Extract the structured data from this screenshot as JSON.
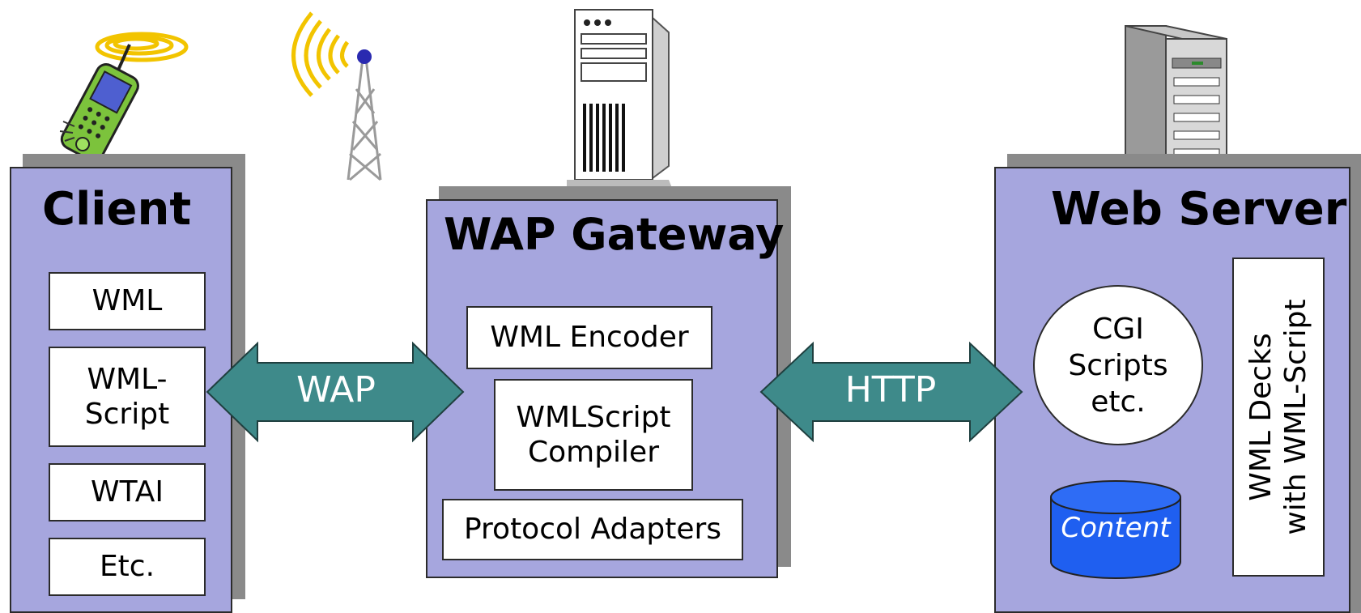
{
  "client": {
    "title": "Client",
    "items": [
      "WML",
      "WML-\nScript",
      "WTAI",
      "Etc."
    ]
  },
  "gateway": {
    "title": "WAP Gateway",
    "items": [
      "WML Encoder",
      "WMLScript\nCompiler",
      "Protocol Adapters"
    ]
  },
  "webserver": {
    "title": "Web Server",
    "cgi": "CGI\nScripts\netc.",
    "content": "Content",
    "decks": "WML Decks\nwith WML-Script"
  },
  "links": {
    "wap": "WAP",
    "http": "HTTP"
  },
  "colors": {
    "panel": "#a6a6de",
    "arrow": "#3e8a8a",
    "database": "#1f5ff0"
  },
  "icons": [
    "mobile-phone-icon",
    "radio-tower-icon",
    "gateway-server-icon",
    "web-server-icon"
  ]
}
